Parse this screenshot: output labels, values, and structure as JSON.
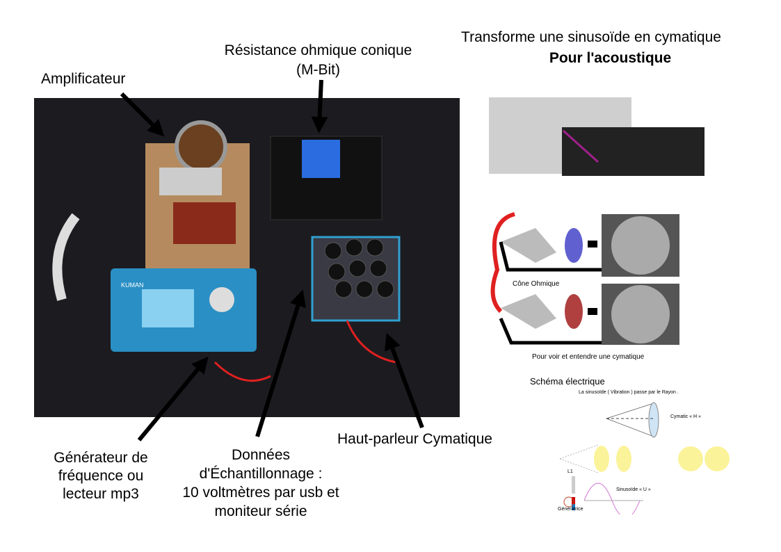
{
  "labels": {
    "resistance_line1": "Résistance ohmique conique",
    "resistance_line2": "(M-Bit)",
    "amplifier": "Amplificateur",
    "generator_line1": "Générateur de",
    "generator_line2": "fréquence ou",
    "generator_line3": "lecteur mp3",
    "data_line1": "Données",
    "data_line2": "d'Échantillonnage :",
    "data_line3": "10 voltmètres par usb et",
    "data_line4": "moniteur série",
    "speaker": "Haut-parleur Cymatique"
  },
  "right_panel": {
    "title": "Transforme une sinusoïde en cymatique",
    "subtitle": "Pour l'acoustique",
    "cone_label": "Cône Ohmique",
    "caption": "Pour voir et entendre une cymatique"
  },
  "schema": {
    "title": "Schéma électrique",
    "ray_note": "La sinusoïde ( Vibration ) passe par le Rayon .",
    "cymatic": "Cymatic « H »",
    "coil": "L1",
    "sine": "Sinusoïde « U »",
    "generator": "Génératrice"
  },
  "photo": {
    "device_brand": "KUMAN"
  },
  "colors": {
    "photo_bg": "#1c1b20",
    "box_blue": "#2a8fc4",
    "wire_red": "#e02020",
    "sine": "#d070d0",
    "yellow": "#fbf39a"
  }
}
